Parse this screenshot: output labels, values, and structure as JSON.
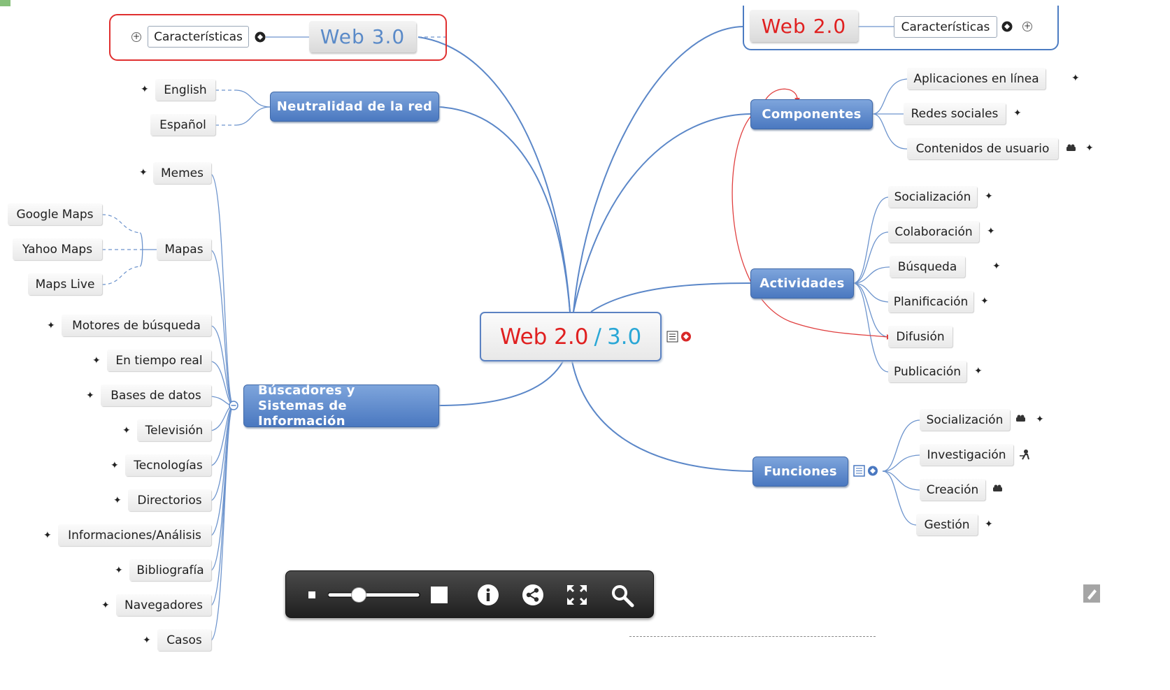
{
  "colors": {
    "branch_blue": "#4a78c0",
    "link_blue": "#5b87c8",
    "relation_red": "#e04040",
    "web2_red": "#e02020",
    "web3_cyan": "#2aa7d6",
    "toolbar_dark": "#2b2b2b"
  },
  "central": {
    "part1": "Web 2.0",
    "sep": "/",
    "part2": "3.0"
  },
  "web30": {
    "title": "Web 3.0",
    "child": "Características"
  },
  "web20": {
    "title": "Web 2.0",
    "child": "Características"
  },
  "neutralidad": {
    "label": "Neutralidad de la red",
    "children": [
      "English",
      "Español"
    ]
  },
  "buscadores": {
    "label_line1": "Búscadores y",
    "label_line2": "Sistemas de Información",
    "children": [
      "Memes",
      "Mapas",
      "Motores de búsqueda",
      "En tiempo real",
      "Bases de datos",
      "Televisión",
      "Tecnologías",
      "Directorios",
      "Informaciones/Análisis",
      "Bibliografía",
      "Navegadores",
      "Casos"
    ],
    "mapas_children": [
      "Google Maps",
      "Yahoo Maps",
      "Maps Live"
    ]
  },
  "componentes": {
    "label": "Componentes",
    "children": [
      "Aplicaciones en línea",
      "Redes sociales",
      "Contenidos de usuario"
    ]
  },
  "actividades": {
    "label": "Actividades",
    "children": [
      "Socialización",
      "Colaboración",
      "Búsqueda",
      "Planificación",
      "Difusión",
      "Publicación"
    ]
  },
  "funciones": {
    "label": "Funciones",
    "children": [
      "Socialización",
      "Investigación",
      "Creación",
      "Gestión"
    ]
  },
  "toolbar": {
    "zoom_level": 0.3,
    "icons": [
      "zoom-out-icon",
      "zoom-slider",
      "zoom-in-icon",
      "info-icon",
      "share-icon",
      "fullscreen-icon",
      "search-icon"
    ]
  }
}
